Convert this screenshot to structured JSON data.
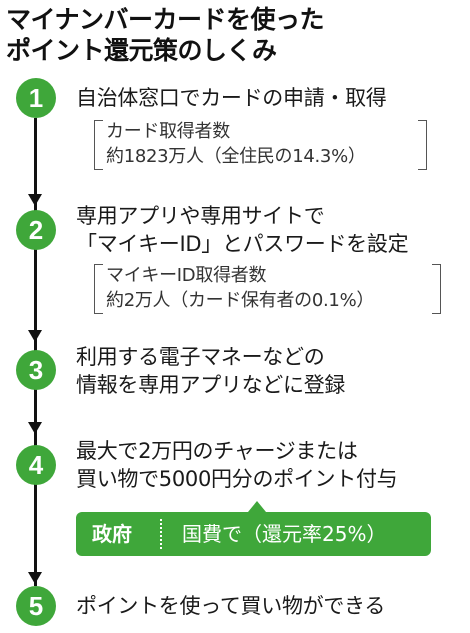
{
  "title": {
    "line1": "マイナンバーカードを使った",
    "line2": "ポイント還元策のしくみ"
  },
  "steps": [
    {
      "number": "1",
      "lines": [
        "自治体窓口でカードの申請・取得"
      ],
      "stat": [
        "カード取得者数",
        "約1823万人（全住民の14.3%）"
      ]
    },
    {
      "number": "2",
      "lines": [
        "専用アプリや専用サイトで",
        "「マイキーID」とパスワードを設定"
      ],
      "stat": [
        "マイキーID取得者数",
        "約2万人（カード保有者の0.1%）"
      ]
    },
    {
      "number": "3",
      "lines": [
        "利用する電子マネーなどの",
        "情報を専用アプリなどに登録"
      ]
    },
    {
      "number": "4",
      "lines": [
        "最大で2万円のチャージまたは",
        "買い物で5000円分のポイント付与"
      ]
    },
    {
      "number": "5",
      "lines": [
        "ポイントを使って買い物ができる"
      ]
    }
  ],
  "funding": {
    "label": "政府",
    "value": "国費で（還元率25%）"
  },
  "colors": {
    "accent": "#3fa73a",
    "line": "#111111",
    "text": "#1a1a1a"
  }
}
